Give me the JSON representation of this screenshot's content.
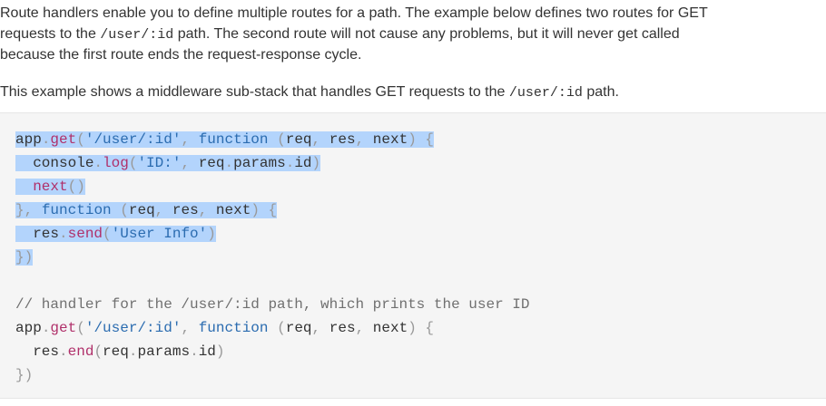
{
  "paragraph1": {
    "line1": "Route handlers enable you to define multiple routes for a path. The example below defines two routes for GET",
    "line2_before": "requests to the ",
    "line2_code": "/user/:id",
    "line2_after": " path. The second route will not cause any problems, but it will never get called",
    "line3": "because the first route ends the request-response cycle."
  },
  "paragraph2": {
    "before": "This example shows a middleware sub-stack that handles GET requests to the ",
    "code": "/user/:id",
    "after": " path."
  },
  "code": {
    "selected_lines": [
      "app.get('/user/:id', function (req, res, next) {",
      "  console.log('ID:', req.params.id)",
      "  next()",
      "}, function (req, res, next) {",
      "  res.send('User Info')",
      "})"
    ],
    "comment": "// handler for the /user/:id path, which prints the user ID",
    "tail_lines": [
      "app.get('/user/:id', function (req, res, next) {",
      "  res.end(req.params.id)",
      "})"
    ]
  }
}
